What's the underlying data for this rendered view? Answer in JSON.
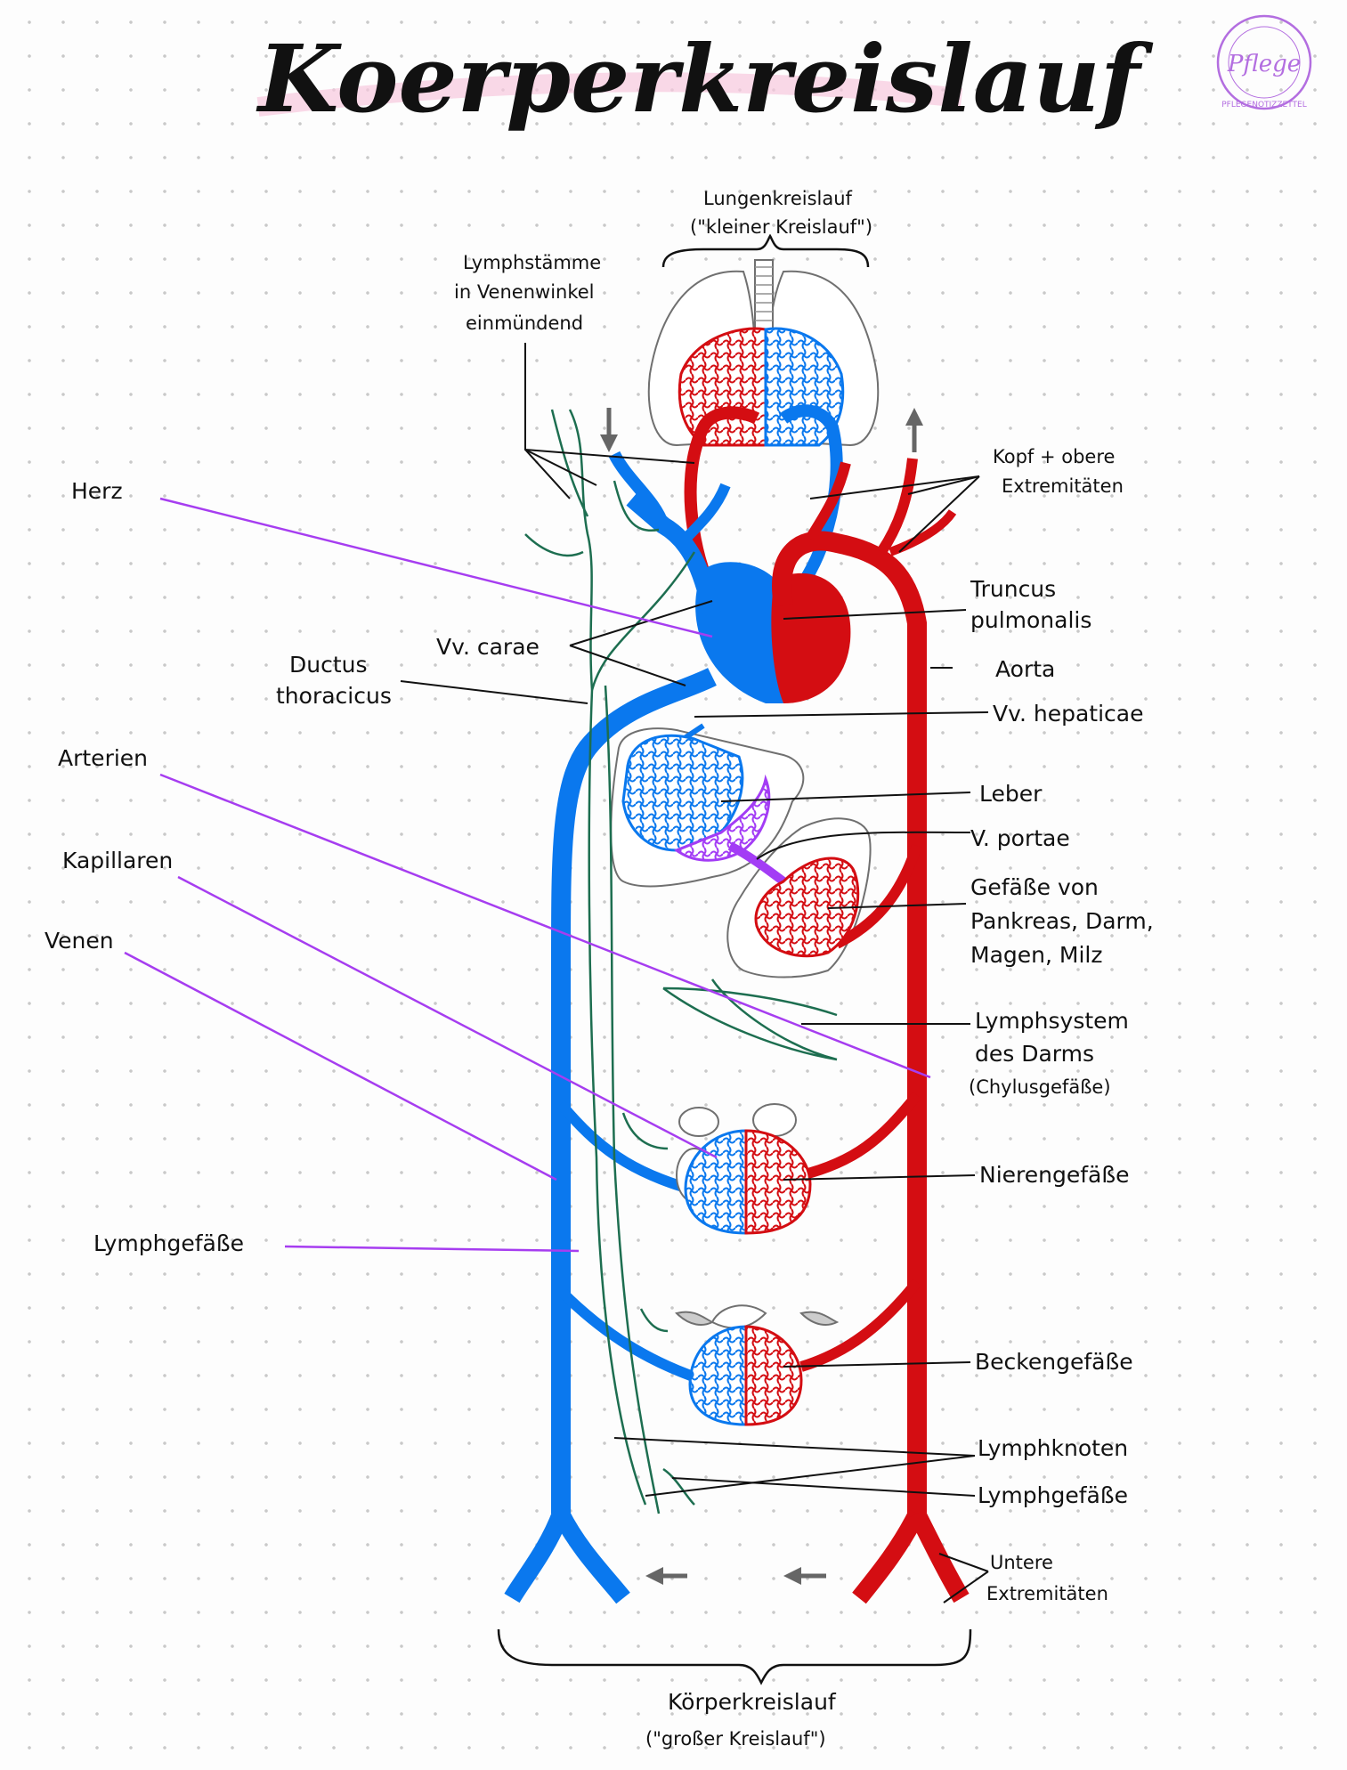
{
  "title": "Koerperkreislauf",
  "logo": {
    "word": "Pflege",
    "ring_text": "PFLEGENOTIZZETTEL",
    "color": "#b36ee0"
  },
  "colors": {
    "artery": "#d40d12",
    "vein": "#0a78ee",
    "lymph": "#1d6e50",
    "pointer": "#a63df0",
    "mixed": "#a33cf5",
    "outline": "#707070"
  },
  "labels": {
    "lungenkreislauf": "Lungenkreislauf",
    "kleiner_kreislauf": "(\"kleiner Kreislauf\")",
    "lymphstaemme_1": "Lymphstämme",
    "lymphstaemme_2": "in Venenwinkel",
    "lymphstaemme_3": "einmündend",
    "kopf_1": "Kopf + obere",
    "kopf_2": "Extremitäten",
    "herz": "Herz",
    "truncus_1": "Truncus",
    "truncus_2": "pulmonalis",
    "vv_carae": "Vv. carae",
    "ductus_1": "Ductus",
    "ductus_2": "thoracicus",
    "aorta": "Aorta",
    "vv_hepaticae": "Vv. hepaticae",
    "arterien": "Arterien",
    "leber": "Leber",
    "v_portae": "V. portae",
    "gefaesse_1": "Gefäße von",
    "gefaesse_2": "Pankreas, Darm,",
    "gefaesse_3": "Magen, Milz",
    "kapillaren": "Kapillaren",
    "venen": "Venen",
    "lymphsystem_1": "Lymphsystem",
    "lymphsystem_2": "des Darms",
    "lymphsystem_3": "(Chylusgefäße)",
    "nierengefaesse": "Nierengefäße",
    "lymphgefaesse_left": "Lymphgefäße",
    "beckengefaesse": "Beckengefäße",
    "lymphknoten": "Lymphknoten",
    "lymphgefaesse_right": "Lymphgefäße",
    "untere_1": "Untere",
    "untere_2": "Extremitäten",
    "koerperkreislauf": "Körperkreislauf",
    "grosser_kreislauf": "(\"großer Kreislauf\")"
  }
}
